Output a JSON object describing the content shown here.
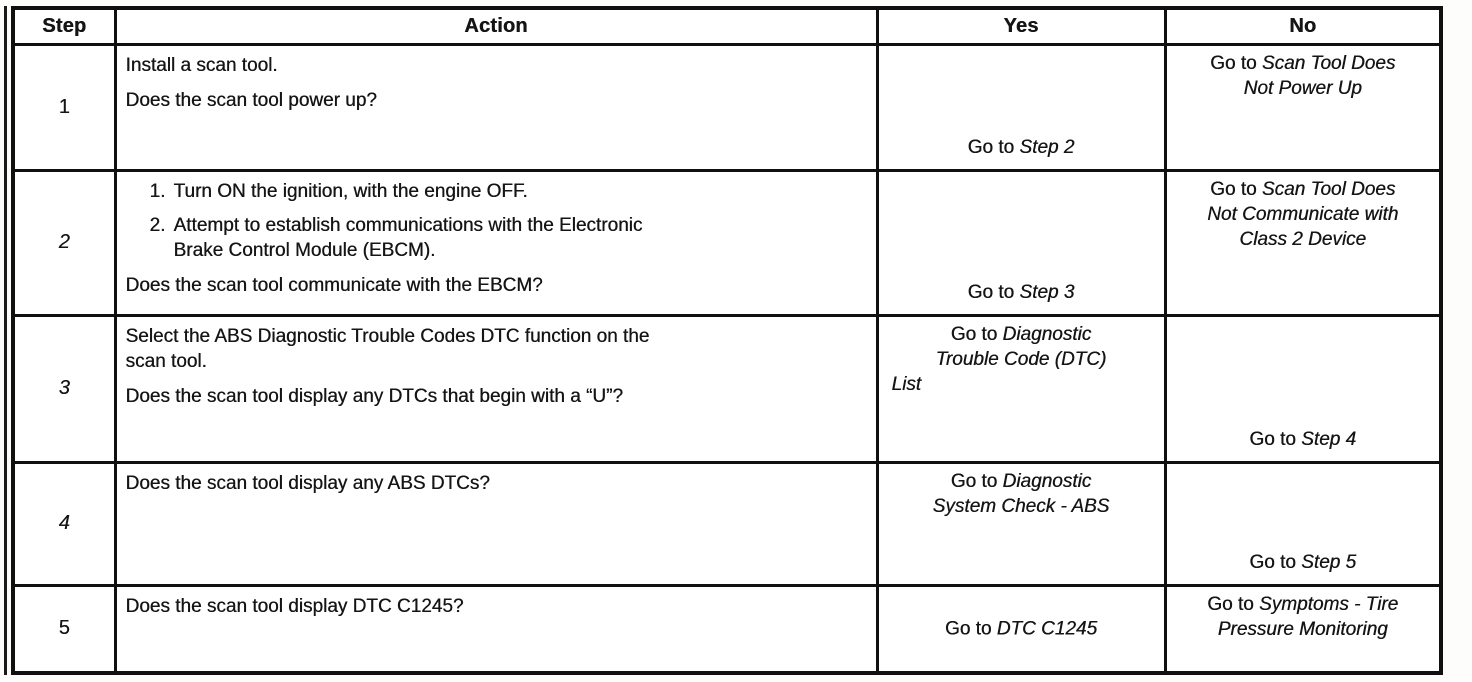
{
  "table": {
    "headers": {
      "step": "Step",
      "action": "Action",
      "yes": "Yes",
      "no": "No"
    },
    "rows": [
      {
        "step": "1",
        "action": {
          "paragraphs": [
            [
              "Install a scan tool."
            ],
            [
              "Does the scan tool power up?"
            ]
          ]
        },
        "yes": {
          "prefix": "Go to",
          "target": "Step 2"
        },
        "no": {
          "prefix": "Go to",
          "target_lines": [
            "Scan Tool Does",
            "Not Power Up"
          ]
        }
      },
      {
        "step": "2",
        "action": {
          "list": [
            {
              "num": "1.",
              "lines": [
                "Turn ON the ignition, with the engine OFF."
              ]
            },
            {
              "num": "2.",
              "lines": [
                "Attempt to establish communications with the Electronic",
                "Brake Control Module (EBCM)."
              ]
            }
          ],
          "question": "Does the scan tool communicate with the EBCM?"
        },
        "yes": {
          "prefix": "Go to",
          "target": "Step 3"
        },
        "no": {
          "prefix": "Go to",
          "target_lines": [
            "Scan Tool Does",
            "Not Communicate with",
            "Class 2 Device"
          ]
        }
      },
      {
        "step": "3",
        "action": {
          "paragraphs": [
            [
              "Select the ABS Diagnostic Trouble Codes DTC function on the",
              "scan tool."
            ],
            [
              "Does the scan tool display any DTCs that begin with a “U”?"
            ]
          ]
        },
        "yes": {
          "prefix": "Go to",
          "target_lines": [
            "Diagnostic",
            "Trouble Code (DTC)",
            "List"
          ]
        },
        "no": {
          "prefix": "Go to",
          "target": "Step 4"
        }
      },
      {
        "step": "4",
        "action": {
          "paragraphs": [
            [
              "Does the scan tool display any ABS DTCs?"
            ]
          ]
        },
        "yes": {
          "prefix": "Go to",
          "target_lines": [
            "Diagnostic",
            "System Check - ABS"
          ]
        },
        "no": {
          "prefix": "Go to",
          "target": "Step 5"
        }
      },
      {
        "step": "5",
        "action": {
          "paragraphs": [
            [
              "Does the scan tool display DTC C1245?"
            ]
          ]
        },
        "yes": {
          "prefix": "Go to",
          "target": "DTC C1245"
        },
        "no": {
          "prefix": "Go to",
          "target_lines": [
            "Symptoms - Tire",
            "Pressure Monitoring"
          ]
        }
      }
    ]
  }
}
